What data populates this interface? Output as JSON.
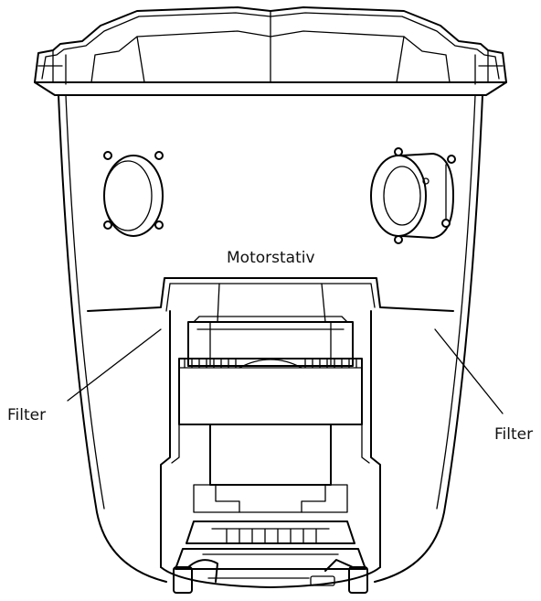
{
  "labels": {
    "motor_stand": "Motorstativ",
    "filter_left": "Filter",
    "filter_right": "Filter"
  },
  "colors": {
    "line": "#000000",
    "background": "#ffffff"
  }
}
